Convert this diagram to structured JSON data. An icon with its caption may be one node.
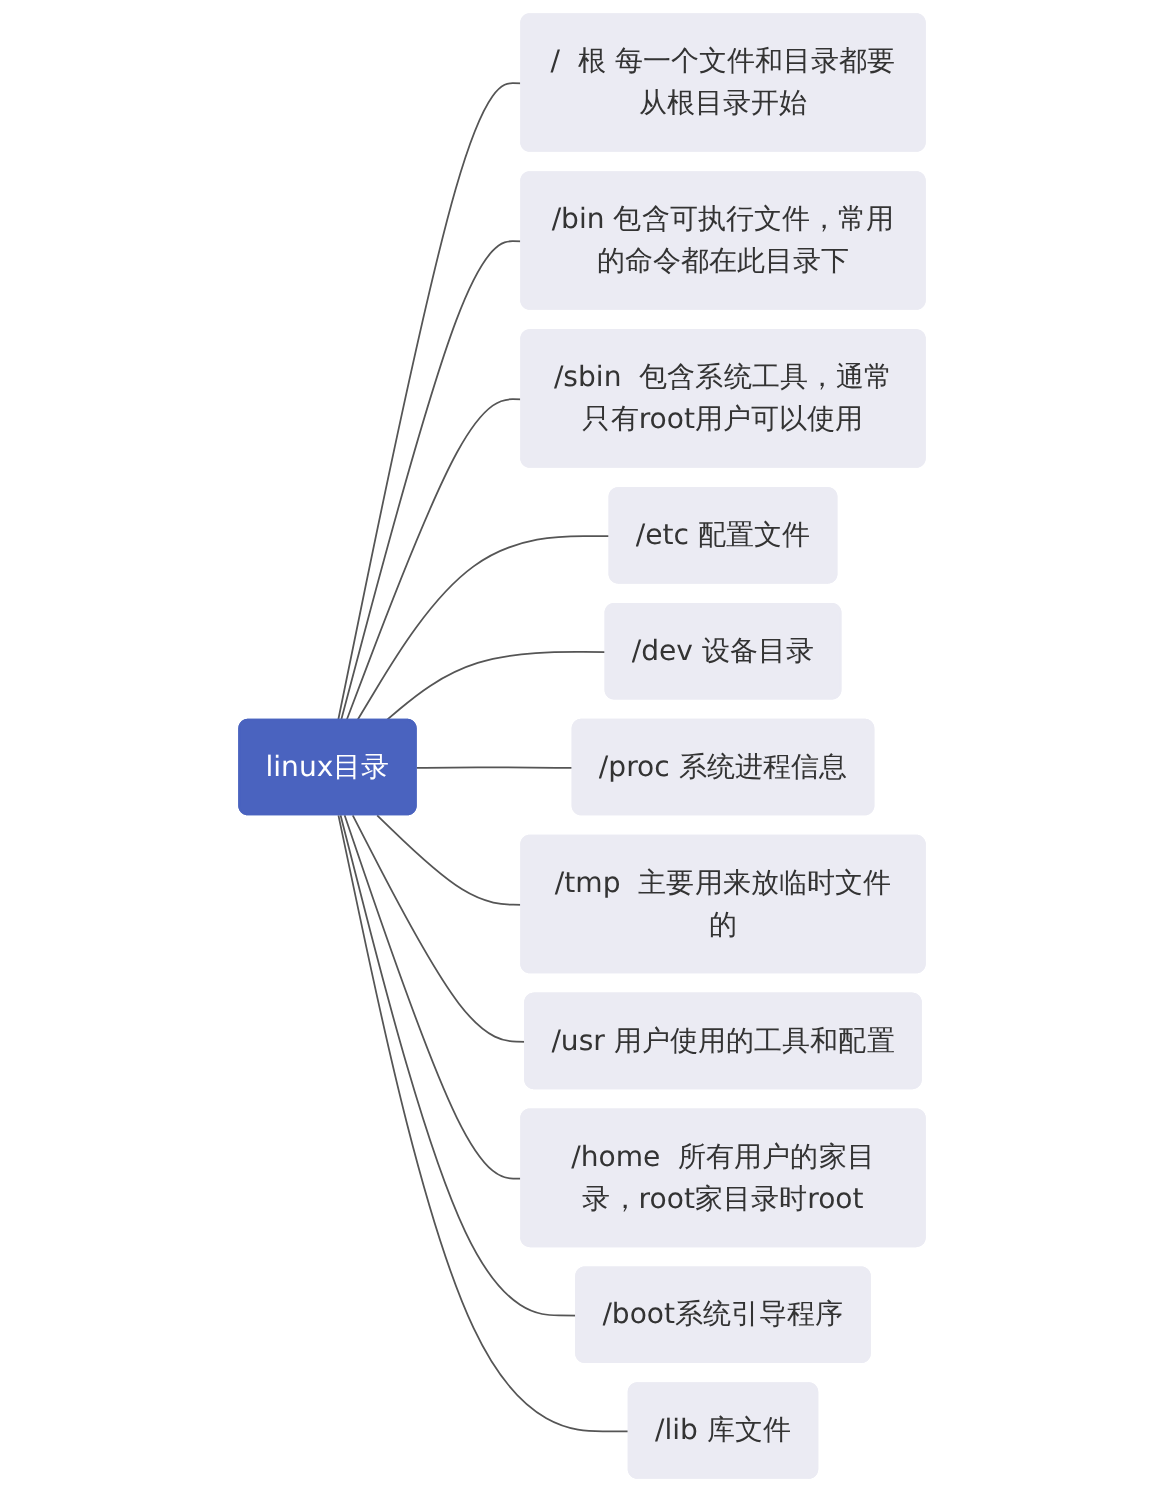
{
  "diagram": {
    "nodes": [
      {
        "text": [
          "linux目录"
        ]
      },
      {
        "text": [
          "/  根 每一个文件和目录都要从根目录开始"
        ]
      },
      {
        "text": [
          "/bin 包含可执行文件，常用的命令都在此目录下"
        ]
      },
      {
        "text": [
          "/sbin  包含系统工具，通常只有root用户可以使用"
        ]
      },
      {
        "text": [
          "/etc  配置文件"
        ]
      },
      {
        "text": [
          "/dev 设备目录"
        ]
      },
      {
        "text": [
          "/proc 系统进程信息"
        ]
      },
      {
        "text": [
          "/tmp  主要用来放临时文件的"
        ]
      },
      {
        "text": [
          "/usr  用户使用的工具和配置"
        ]
      },
      {
        "text": [
          "/home  所有用户的家目录，root家目录时root"
        ]
      },
      {
        "text": [
          "/boot系统引导程序"
        ]
      },
      {
        "text": [
          "/lib  库文件"
        ]
      }
    ],
    "edges": [
      {
        "from": 0,
        "to": 1,
        "arrow": "none"
      },
      {
        "from": 0,
        "to": 2,
        "arrow": "none"
      },
      {
        "from": 0,
        "to": 3,
        "arrow": "none"
      },
      {
        "from": 0,
        "to": 4,
        "arrow": "none"
      },
      {
        "from": 0,
        "to": 5,
        "arrow": "none"
      },
      {
        "from": 0,
        "to": 6,
        "arrow": "none"
      },
      {
        "from": 0,
        "to": 7,
        "arrow": "none"
      },
      {
        "from": 0,
        "to": 8,
        "arrow": "none"
      },
      {
        "from": 0,
        "to": 9,
        "arrow": "none"
      },
      {
        "from": 0,
        "to": 10,
        "arrow": "none"
      },
      {
        "from": 0,
        "to": 11,
        "arrow": "none"
      }
    ]
  }
}
